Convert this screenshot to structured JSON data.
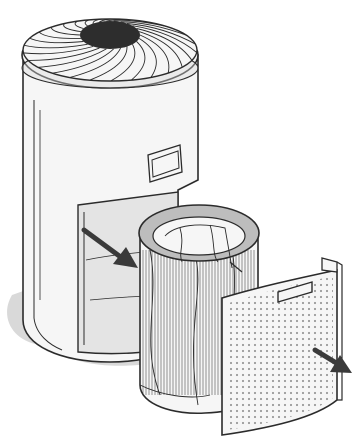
{
  "figure": {
    "subject": "air-purifier-filter-replacement",
    "components": [
      "purifier-housing",
      "top-fan-grille",
      "front-handle",
      "filter-cavity",
      "cylindrical-filter",
      "perforated-outer-cover"
    ],
    "arrows": [
      "remove-filter-arrow",
      "remove-cover-arrow"
    ]
  },
  "colors": {
    "outline": "#2b2b2b",
    "body": "#f6f6f6",
    "shadow": "#d9d9d9",
    "cavity": "#e4e4e4",
    "filter_ring": "#bdbdbd",
    "fan_center": "#2d2d2d",
    "arrow": "#3a3a3a",
    "perforation": "#9a9a9a"
  }
}
